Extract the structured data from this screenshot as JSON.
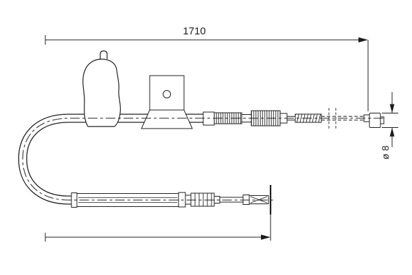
{
  "canvas": {
    "background": "#ffffff",
    "line_color": "#1d1d1d"
  },
  "diagram": {
    "type": "technical-drawing",
    "labels": {
      "overall_length": "1710",
      "diameter": "ø 8"
    }
  }
}
